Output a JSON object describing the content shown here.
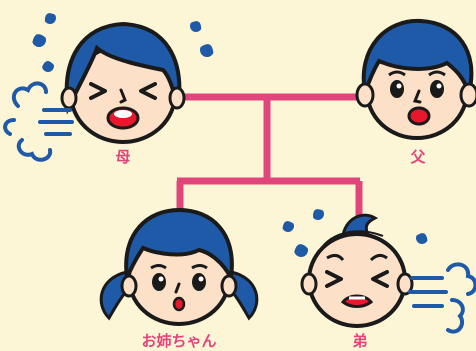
{
  "colors": {
    "background": "#fdf6d6",
    "line": "#e0457b",
    "hair": "#1e5aa8",
    "skin": "#fde0c8",
    "outline": "#1a1a1a",
    "label": "#e0457b",
    "mouth": "#e8172b"
  },
  "labels": {
    "mother": "母",
    "father": "父",
    "sister": "お姉ちゃん",
    "brother": "弟"
  },
  "icons": {
    "mother": "mother-face-icon",
    "father": "father-face-icon",
    "sister": "sister-face-icon",
    "brother": "baby-brother-face-icon"
  }
}
